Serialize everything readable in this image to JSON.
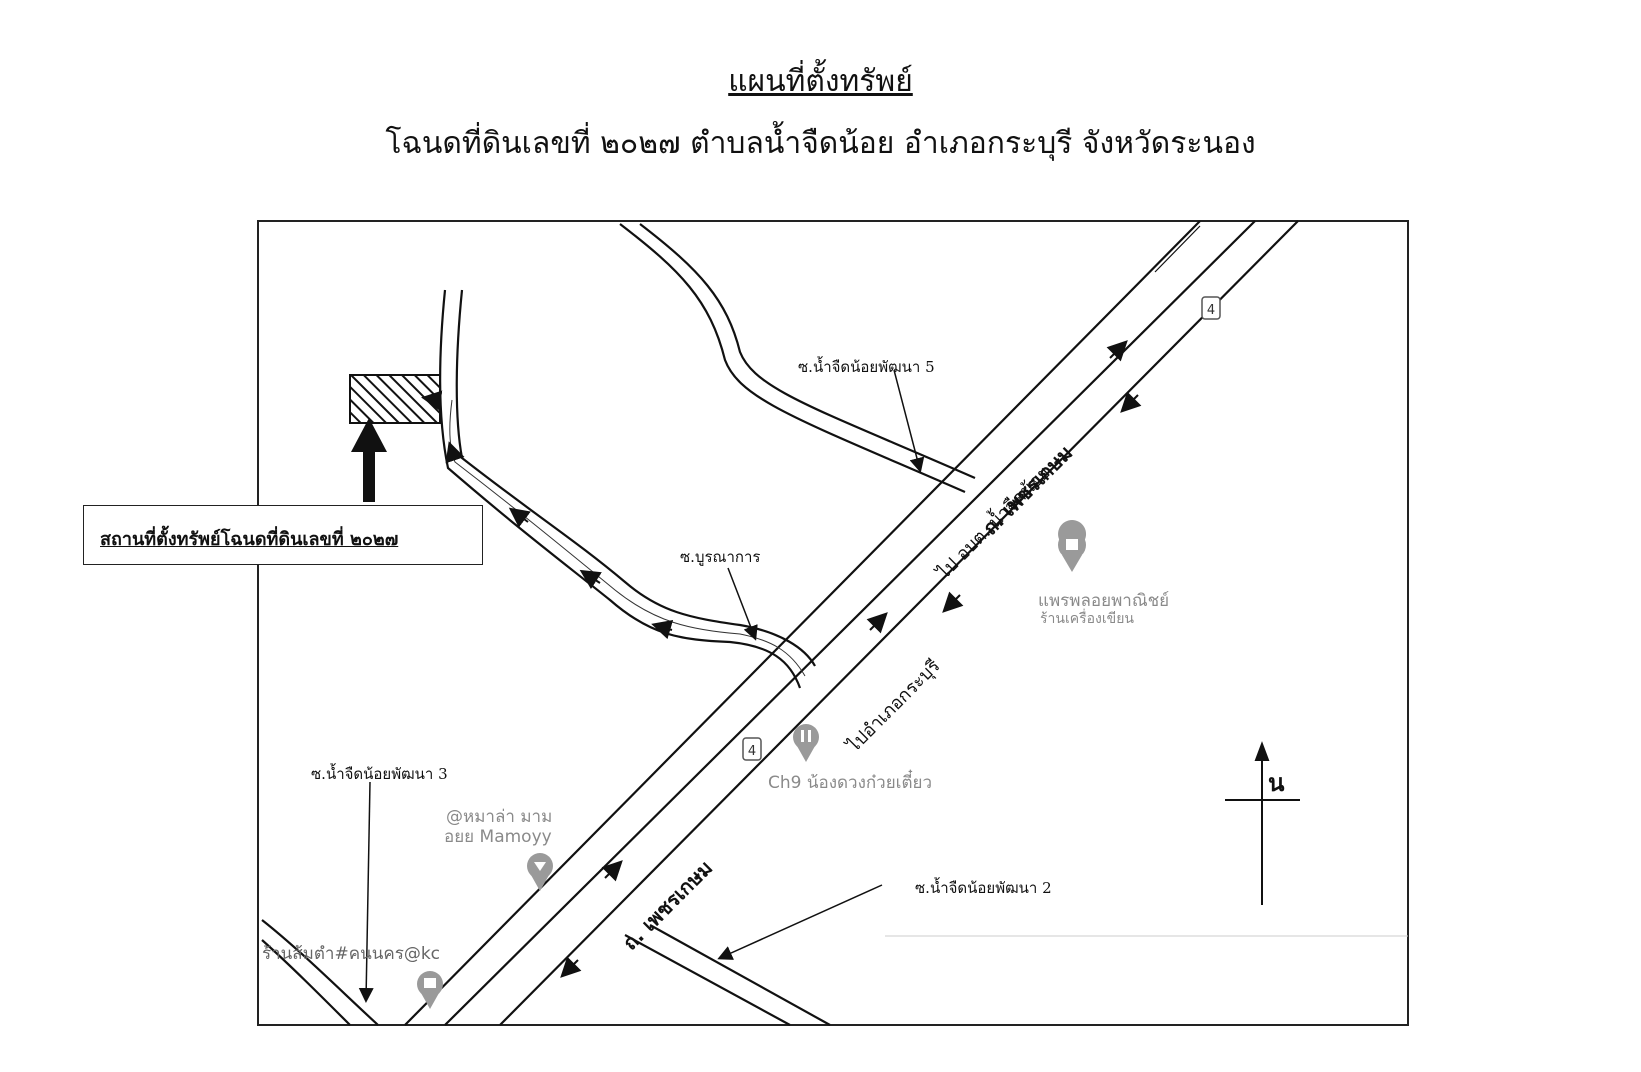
{
  "header": {
    "title": "แผนที่ตั้งทรัพย์",
    "subtitle": "โฉนดที่ดินเลขที่ ๒๐๒๗ ตำบลน้ำจืดน้อย อำเภอกระบุรี จังหวัดระนอง"
  },
  "callout": {
    "label": "สถานที่ตั้งทรัพย์โฉนดที่ดินเลขที่ ๒๐๒๗"
  },
  "soi_labels": {
    "soi5": "ซ.น้ำจืดน้อยพัฒนา 5",
    "boorana": "ซ.บูรณาการ",
    "soi3": "ซ.น้ำจืดน้อยพัฒนา 3",
    "soi2": "ซ.น้ำจืดน้อยพัฒนา 2"
  },
  "road_names": {
    "phetkasem_upper": "ถ. เพชรเกษม",
    "phetkasem_lower": "ถ. เพชรเกษม",
    "to_obt": "ไป อบต. น้ำจืดน้อย",
    "to_kraburi": "ไปอำเภอกระบุรี"
  },
  "route_shields": {
    "upper": "4",
    "lower": "4"
  },
  "pois": {
    "shop1_line1": "แพรพลอยพาณิชย์",
    "shop1_line2": "ร้านเครื่องเขียน",
    "restaurant": "Ch9 น้องดวงก๋วยเตี๋ยว",
    "mala_line1": "@หมาล่า มาม",
    "mala_line2": "อยย Mamoyy",
    "somtam": "ร้านส้มตำ#คนนคร@kc"
  },
  "compass": {
    "north": "น"
  },
  "colors": {
    "ink": "#111111",
    "poi_gray": "#8a8a8a"
  }
}
